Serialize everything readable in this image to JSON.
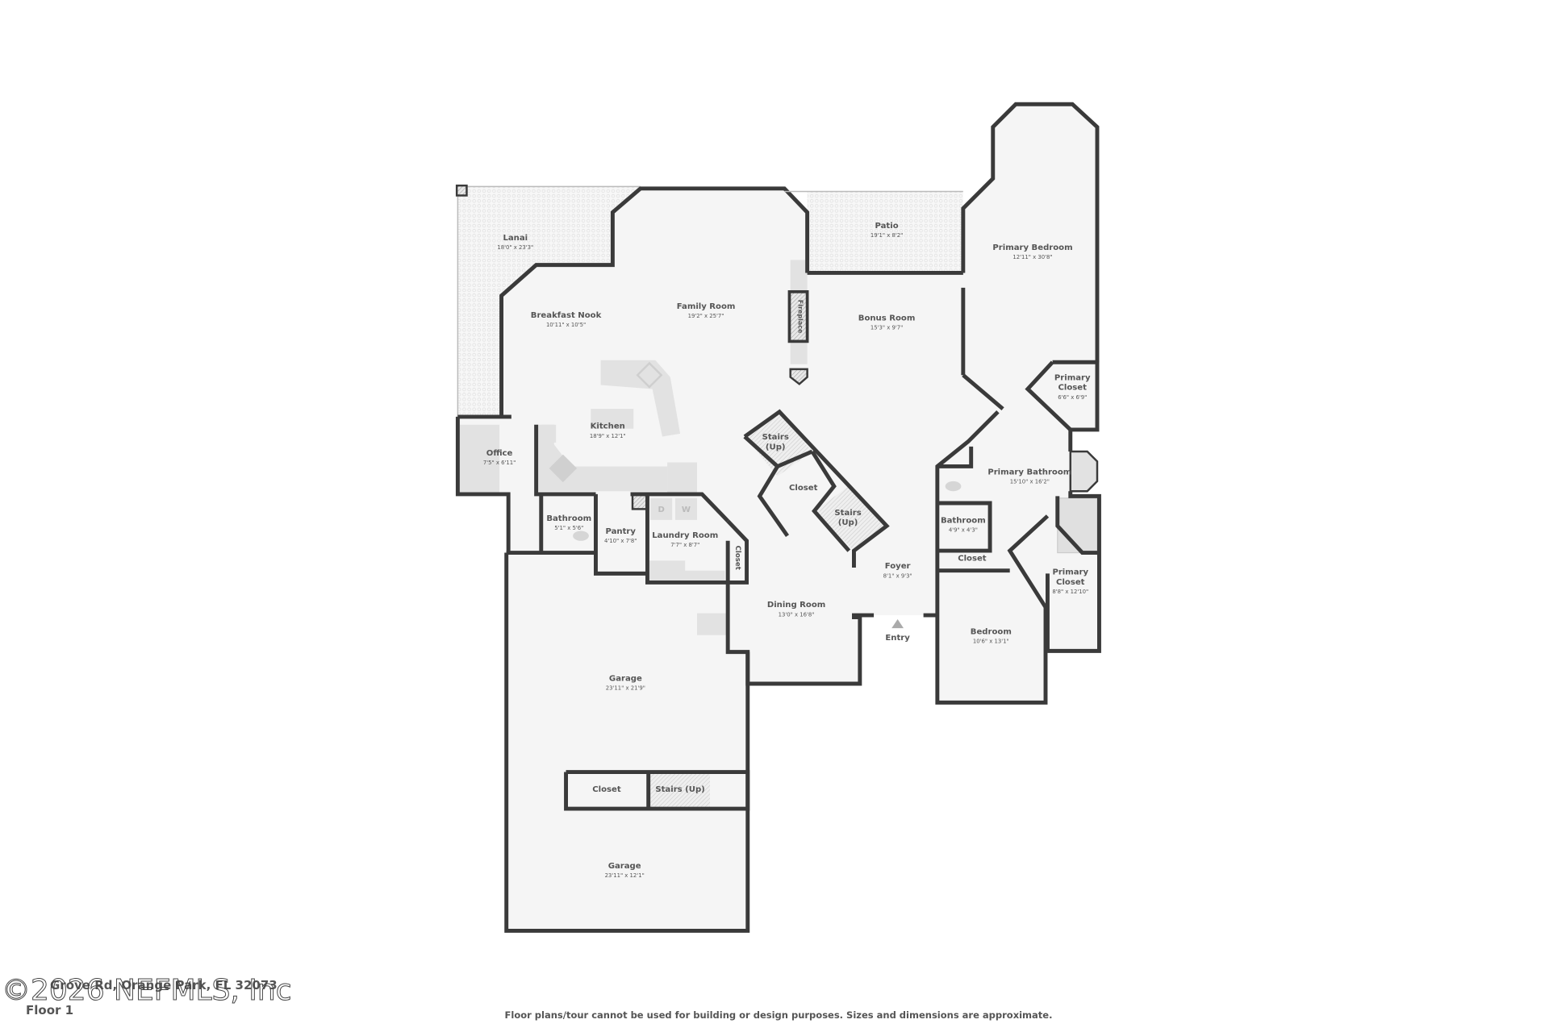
{
  "watermark": "©2026 NEFMLS, Inc",
  "address": "Grove Rd, Orange Park, FL 32073",
  "floor_label": "Floor 1",
  "disclaimer": "Floor plans/tour cannot be used for building or design purposes. Sizes and dimensions are approximate.",
  "colors": {
    "wall": "#3a3a3a",
    "floor": "#f5f5f5",
    "text": "#555555"
  },
  "rooms": {
    "lanai": {
      "name": "Lanai",
      "dims": "18'0\" x 23'3\""
    },
    "family_room": {
      "name": "Family Room",
      "dims": "19'2\" x 25'7\""
    },
    "patio": {
      "name": "Patio",
      "dims": "19'1\" x 8'2\""
    },
    "primary_bedroom": {
      "name": "Primary Bedroom",
      "dims": "12'11\" x 30'8\""
    },
    "breakfast_nook": {
      "name": "Breakfast Nook",
      "dims": "10'11\" x 10'5\""
    },
    "bonus_room": {
      "name": "Bonus Room",
      "dims": "15'3\" x 9'7\""
    },
    "fireplace": {
      "name": "Fireplace"
    },
    "primary_closet_1": {
      "name1": "Primary",
      "name2": "Closet",
      "dims": "6'6\" x 6'9\""
    },
    "kitchen": {
      "name": "Kitchen",
      "dims": "18'9\" x 12'1\""
    },
    "office": {
      "name": "Office",
      "dims": "7'5\" x 6'11\""
    },
    "stairs_1": {
      "name1": "Stairs",
      "name2": "(Up)"
    },
    "closet_center": {
      "name": "Closet"
    },
    "stairs_2": {
      "name1": "Stairs",
      "name2": "(Up)"
    },
    "primary_bathroom": {
      "name": "Primary Bathroom",
      "dims": "15'10\" x 16'2\""
    },
    "bathroom_1": {
      "name": "Bathroom",
      "dims": "5'1\" x 5'6\""
    },
    "pantry": {
      "name": "Pantry",
      "dims": "4'10\" x 7'8\""
    },
    "laundry_room": {
      "name": "Laundry Room",
      "dims": "7'7\" x 8'7\""
    },
    "laundry_closet": {
      "name": "Closet"
    },
    "bathroom_2": {
      "name": "Bathroom",
      "dims": "4'9\" x 4'3\""
    },
    "closet_bedroom": {
      "name": "Closet"
    },
    "foyer": {
      "name": "Foyer",
      "dims": "8'1\" x 9'3\""
    },
    "primary_closet_2": {
      "name1": "Primary",
      "name2": "Closet",
      "dims": "8'8\" x 12'10\""
    },
    "dining_room": {
      "name": "Dining Room",
      "dims": "13'0\" x 16'8\""
    },
    "entry": {
      "name": "Entry"
    },
    "bedroom": {
      "name": "Bedroom",
      "dims": "10'6\" x 13'1\""
    },
    "garage_1": {
      "name": "Garage",
      "dims": "23'11\" x 21'9\""
    },
    "garage_closet": {
      "name": "Closet"
    },
    "garage_stairs": {
      "name": "Stairs (Up)"
    },
    "garage_2": {
      "name": "Garage",
      "dims": "23'11\" x 12'1\""
    }
  },
  "appliance_labels": {
    "dryer": "D",
    "washer": "W"
  }
}
